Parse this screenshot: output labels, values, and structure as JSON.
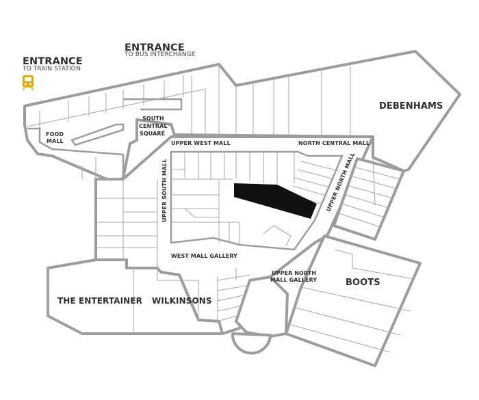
{
  "entrances": {
    "bus": {
      "title": "ENTRANCE",
      "subtitle": "TO BUS INTERCHANGE"
    },
    "train": {
      "title": "ENTRANCE",
      "subtitle": "TO TRAIN STATION",
      "icon": "train-icon",
      "icon_color": "#e8a800"
    }
  },
  "stores": {
    "debenhams": "DEBENHAMS",
    "boots": "BOOTS",
    "the_entertainer": "THE ENTERTAINER",
    "wilkinsons": "WILKINSONS"
  },
  "areas": {
    "food_mall": [
      "FOOD",
      "MALL"
    ],
    "south_central_square": [
      "SOUTH",
      "CENTRAL",
      "SQUARE"
    ],
    "upper_west_mall": "UPPER WEST MALL",
    "north_central_mall": "NORTH CENTRAL MALL",
    "upper_north_mall": "UPPER NORTH MALL",
    "upper_south_mall": "UPPER SOUTH MALL",
    "west_mall_gallery": "WEST MALL GALLERY",
    "upper_north_mall_gallery": [
      "UPPER NORTH",
      "MALL GALLERY"
    ]
  },
  "colors": {
    "wall": "#9c9c9c",
    "highlight": "#111111",
    "text": "#2e2e2e"
  }
}
